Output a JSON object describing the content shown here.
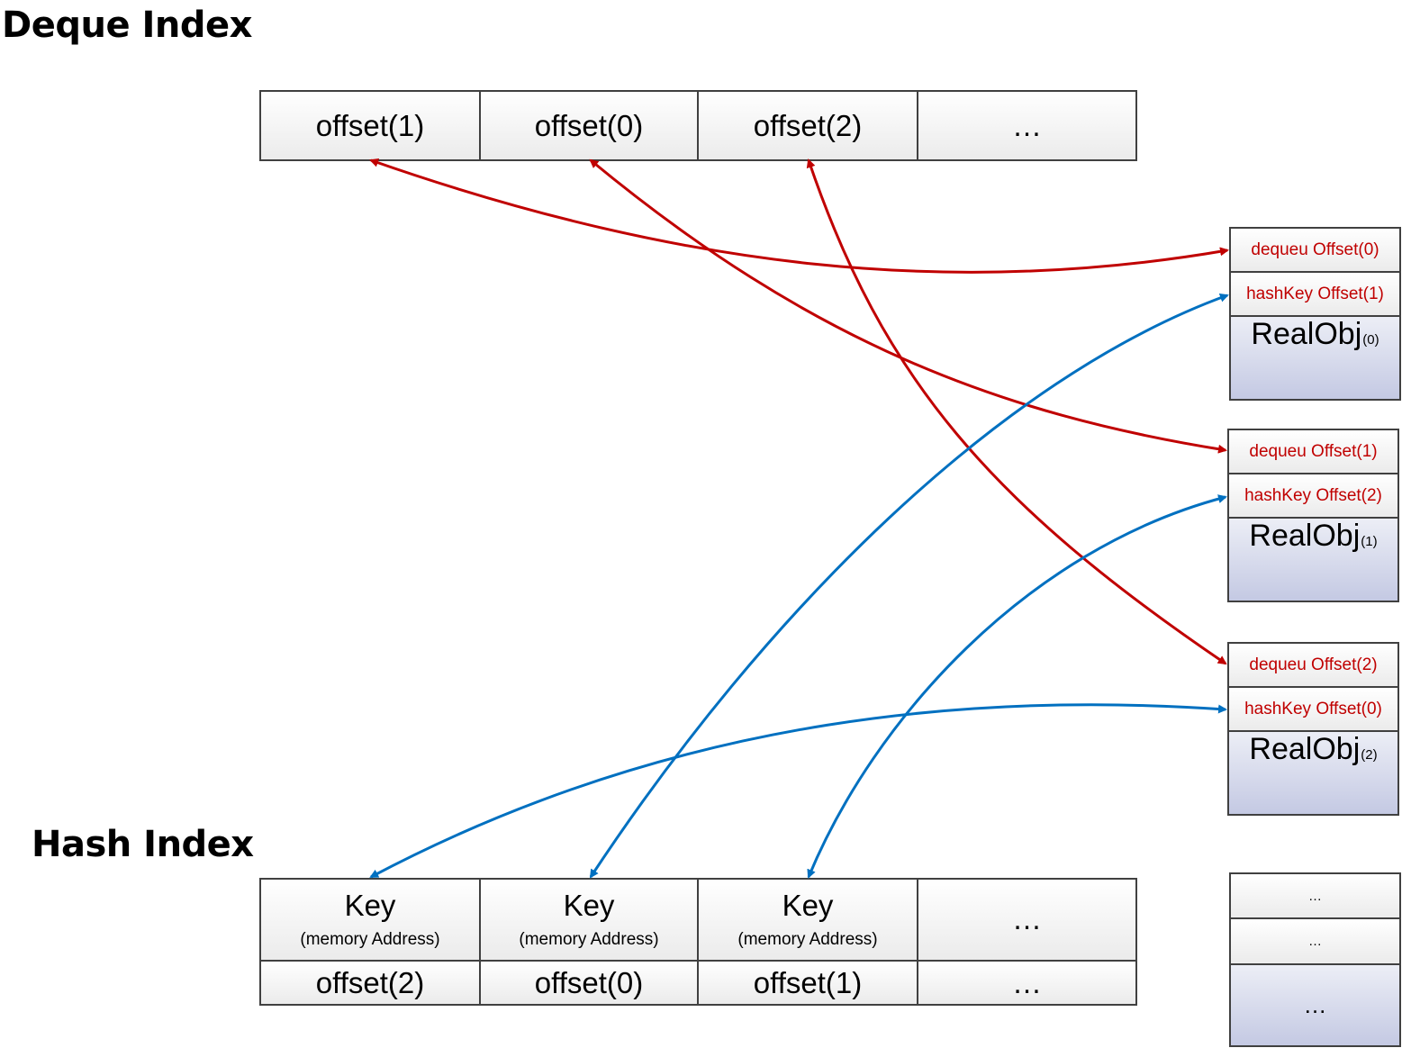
{
  "titles": {
    "deque": "Deque Index",
    "hash": "Hash Index"
  },
  "deque_cells": [
    "offset(1)",
    "offset(0)",
    "offset(2)",
    "…"
  ],
  "hash_keys": [
    {
      "key": "Key",
      "sub": "(memory Address)"
    },
    {
      "key": "Key",
      "sub": "(memory Address)"
    },
    {
      "key": "Key",
      "sub": "(memory Address)"
    },
    {
      "key": "…",
      "sub": ""
    }
  ],
  "hash_offsets": [
    "offset(2)",
    "offset(0)",
    "offset(1)",
    "…"
  ],
  "objects": [
    {
      "dequeu": "dequeu Offset(0)",
      "hashkey": "hashKey Offset(1)",
      "name": "RealObj",
      "sub": "(0)"
    },
    {
      "dequeu": "dequeu Offset(1)",
      "hashkey": "hashKey Offset(2)",
      "name": "RealObj",
      "sub": "(1)"
    },
    {
      "dequeu": "dequeu Offset(2)",
      "hashkey": "hashKey Offset(0)",
      "name": "RealObj",
      "sub": "(2)"
    }
  ],
  "object_placeholder": {
    "row1": "…",
    "row2": "…",
    "body": "…"
  },
  "colors": {
    "dequeu_arrow": "#c00000",
    "hashkey_arrow": "#0070c0"
  },
  "arrows": [
    {
      "from": "deque_cells.0",
      "to": "objects.0.dequeu",
      "color": "dequeu_arrow"
    },
    {
      "from": "deque_cells.1",
      "to": "objects.1.dequeu",
      "color": "dequeu_arrow"
    },
    {
      "from": "deque_cells.2",
      "to": "objects.2.dequeu",
      "color": "dequeu_arrow"
    },
    {
      "from": "hash_keys.0",
      "to": "objects.2.hashkey",
      "color": "hashkey_arrow"
    },
    {
      "from": "hash_keys.1",
      "to": "objects.0.hashkey",
      "color": "hashkey_arrow"
    },
    {
      "from": "hash_keys.2",
      "to": "objects.1.hashkey",
      "color": "hashkey_arrow"
    }
  ]
}
